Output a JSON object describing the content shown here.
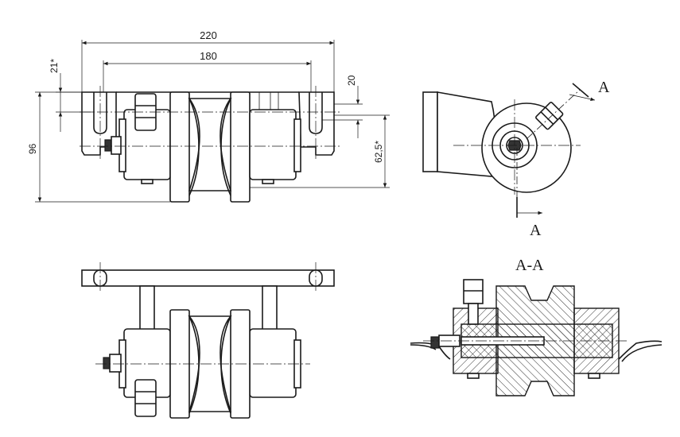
{
  "drawing": {
    "dimensions": {
      "width_220": "220",
      "width_180": "180",
      "slot_21": "21*",
      "slot_20": "20",
      "height_96": "96",
      "height_62_5": "62,5*"
    },
    "section_mark": "A",
    "section_title": "A-A"
  }
}
